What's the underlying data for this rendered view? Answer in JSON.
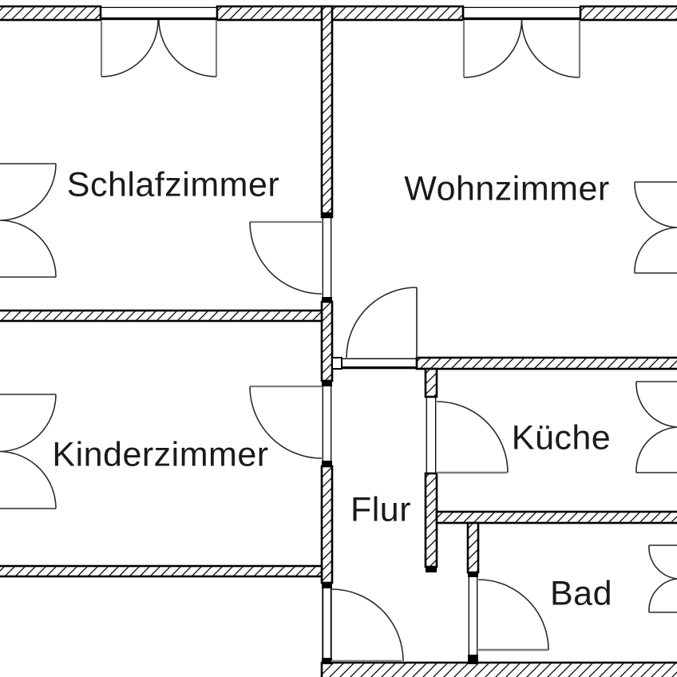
{
  "plan": {
    "rooms": [
      {
        "id": "schlafzimmer",
        "label": "Schlafzimmer"
      },
      {
        "id": "wohnzimmer",
        "label": "Wohnzimmer"
      },
      {
        "id": "kinderzimmer",
        "label": "Kinderzimmer"
      },
      {
        "id": "kueche",
        "label": "Küche"
      },
      {
        "id": "flur",
        "label": "Flur"
      },
      {
        "id": "bad",
        "label": "Bad"
      }
    ],
    "colors": {
      "wall_line": "#000000",
      "door_leaf": "#7d7d7d",
      "swing_arc": "#2b2b2b",
      "label_text": "#1a1a1a",
      "background": "#ffffff"
    }
  }
}
